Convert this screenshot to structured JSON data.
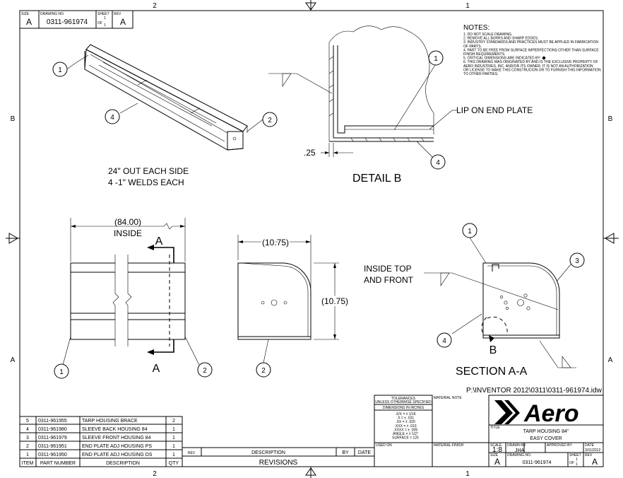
{
  "border": {
    "zone_top_left": "2",
    "zone_top_right": "1",
    "zone_bottom_left": "2",
    "zone_bottom_right": "1",
    "zone_left_upper": "B",
    "zone_left_lower": "A",
    "zone_right_upper": "B",
    "zone_right_lower": "A"
  },
  "header_block": {
    "size_label": "SIZE",
    "size": "A",
    "drawing_no_label": "DRAWING NO.",
    "drawing_no": "0311-961974",
    "sheet_label": "SHEET",
    "sheet": "1",
    "of_label": "OF",
    "of": "1",
    "rev_label": "REV",
    "rev": "A"
  },
  "notes": {
    "title": "NOTES:",
    "lines": [
      "1. DO NOT SCALE DRAWING.",
      "2. REMOVE ALL BURRS AND SHARP EDGES.",
      "3. INDUSTRY STANDARDS AND PRACTICES MUST BE APPLIED IN FABRICATION",
      "    OF PARTS.",
      "4. PART TO BE FREE FROM SURFACE IMPERFECTIONS OTHER THAN SURFACE",
      "    FINISH REQUIREMENTS.",
      "5. CRITICAL DIMENSIONS ARE INDICATED BY:",
      "6. THIS DRAWING WAS ORIGINATED BY AND IS THE EXCLUSIVE PROPERTY OF",
      "    AERO INDUSTRIES, INC. AND/OR ITS OWNER.  IT IS NOT AN AUTHORIZATION",
      "    OR LICENSE TO MAKE THIS CONSTRUCION OR TO FURNISH THIS INFORMATION",
      "    TO OTHER PARTIES."
    ]
  },
  "iso_view": {
    "balloons": [
      "1",
      "4",
      "2"
    ],
    "note_line1": "24\" OUT EACH SIDE",
    "note_line2": "4 -1\" WELDS EACH"
  },
  "detail_b": {
    "title": "DETAIL  B",
    "lip_label": "LIP ON END PLATE",
    "dim": ".25",
    "balloons": [
      "1",
      "4"
    ]
  },
  "front_view": {
    "dim": "(84.00)",
    "dim_label": "INSIDE",
    "section_letter_top": "A",
    "section_letter_bottom": "A",
    "balloons": [
      "1",
      "2"
    ]
  },
  "end_view": {
    "dim_width": "(10.75)",
    "dim_height": "(10.75)",
    "balloons": [
      "2"
    ]
  },
  "section_aa": {
    "title": "SECTION  A-A",
    "weld_label_line1": "INSIDE TOP",
    "weld_label_line2": "AND FRONT",
    "view_letter": "B",
    "balloons": [
      "1",
      "3",
      "4"
    ]
  },
  "file_path": "P:\\INVENTOR 2012\\0311\\0311-961974.idw",
  "bom": {
    "headers": [
      "ITEM",
      "PART NUMBER",
      "DESCRIPTION",
      "QTY"
    ],
    "rows": [
      [
        "5",
        "0311-961955",
        "TARP HOUSING BRACE",
        "2"
      ],
      [
        "4",
        "0311-961980",
        "SLEEVE BACK HOUSING 84",
        "1"
      ],
      [
        "3",
        "0311-961979",
        "SLEEVE FRONT HOUSING 84",
        "1"
      ],
      [
        "2",
        "0311-961951",
        "END PLATE ADJ HOUSING PS",
        "1"
      ],
      [
        "1",
        "0311-961950",
        "END PLATE ADJ HOUSING DS",
        "1"
      ]
    ]
  },
  "revisions": {
    "rev_label": "REV",
    "description_label": "DESCRIPTION",
    "by_label": "BY",
    "date_label": "DATE",
    "title": "REVISIONS"
  },
  "tolerances": {
    "title": "TOLERANCES",
    "subtitle": "UNLESS OTHERWISE SPECIFIED",
    "units": "DIMENSIONS IN INCHES",
    "lines": [
      ".X/X  =  ± 1/16",
      ".X  =  ± .031",
      ".XX  =  ± .020",
      ".XXX  =  ± .010",
      ".XXXX  =  ± .005",
      "ANGLE  =  ± 1/2°",
      "SURFACE  =  125"
    ],
    "material_note_label": "MATERIAL NOTE",
    "used_on_label": "USED ON",
    "material_finish_label": "MATERIAL FINISH"
  },
  "title_block": {
    "logo_text": "Aero",
    "title_label": "TITLE",
    "title_line1": "TARP HOUSING 84\"",
    "title_line2": "EASY COVER",
    "scale_label": "SCALE",
    "scale": "1:8",
    "drawn_by_label": "DRAWN BY",
    "drawn_by": "JHA",
    "approved_by_label": "APPROVED BY",
    "date_label": "DATE",
    "date": "3/31/2012",
    "size_label": "SIZE",
    "size": "A",
    "drawing_no_label": "DRAWING NO.",
    "drawing_no": "0311-961974",
    "sheet_label": "SHEET",
    "sheet": "1",
    "of_label": "OF",
    "of": "1",
    "rev_label": "REV",
    "rev": "A"
  }
}
